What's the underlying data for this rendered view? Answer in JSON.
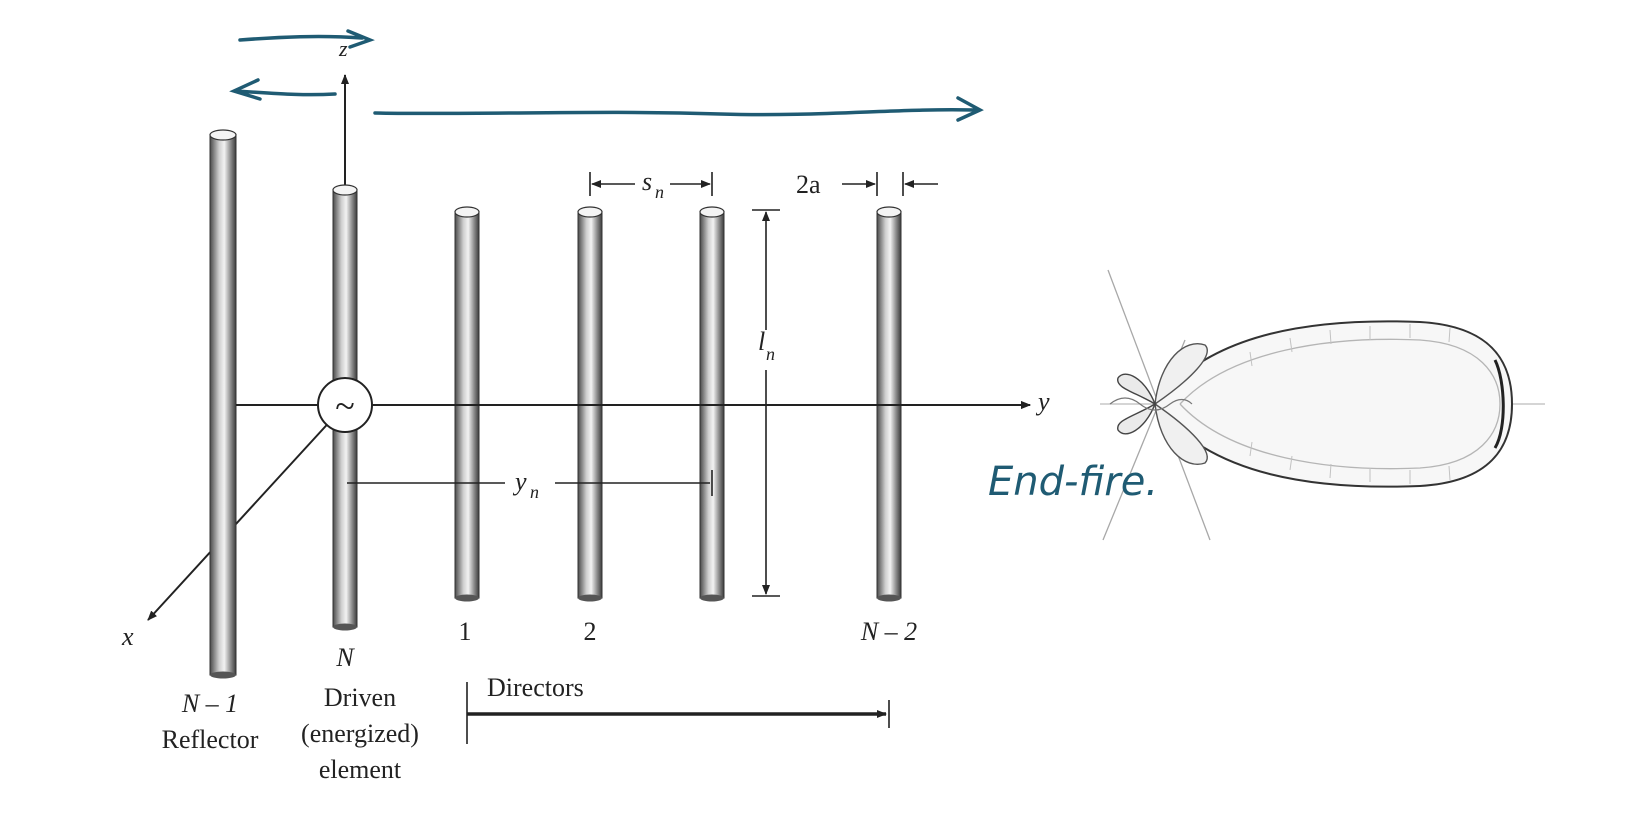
{
  "diagram": {
    "axes": {
      "x": "x",
      "y": "y",
      "z": "z"
    },
    "dimensions": {
      "spacing": "s",
      "spacing_sub": "n",
      "diameter": "2a",
      "length": "l",
      "length_sub": "n",
      "position": "y",
      "position_sub": "n"
    },
    "elements": {
      "reflector_index": "N – 1",
      "reflector_label": "Reflector",
      "driven_index": "N",
      "driven_label_1": "Driven",
      "driven_label_2": "(energized)",
      "driven_label_3": "element",
      "director_1": "1",
      "director_2": "2",
      "director_last": "N – 2",
      "directors_label": "Directors"
    },
    "source_symbol": "~",
    "annotation": "End-fire."
  },
  "colors": {
    "ink": "#222222",
    "rod_dark": "#5c5c5c",
    "rod_light": "#e6e6e6",
    "handwriting": "#1f5b73",
    "pattern": "#9a9a9a"
  }
}
